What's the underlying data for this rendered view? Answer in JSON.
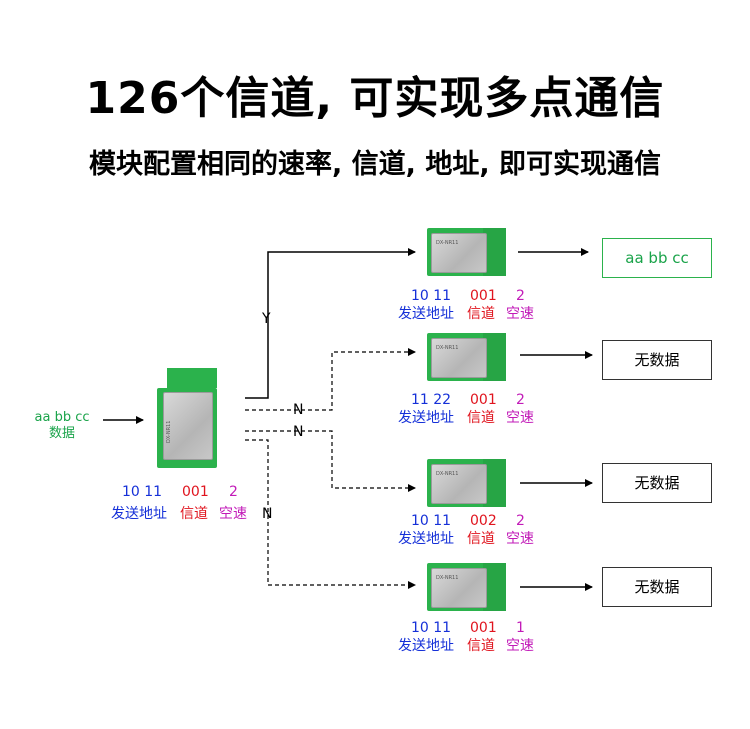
{
  "title": "126个信道, 可实现多点通信",
  "subtitle": "模块配置相同的速率, 信道, 地址, 即可实现通信",
  "colors": {
    "address": "#1530d8",
    "channel": "#e0141e",
    "rate": "#c21bb8",
    "data": "#1aa34a",
    "module": "#2bb24c"
  },
  "input": {
    "data": "aa bb cc",
    "label": "数据"
  },
  "param_labels": {
    "address": "发送地址",
    "channel": "信道",
    "rate": "空速"
  },
  "sender": {
    "address": "10 11",
    "channel": "001",
    "rate": "2",
    "module_text": "DX-NR11"
  },
  "receivers": [
    {
      "branch": "Y",
      "address": "10 11",
      "channel": "001",
      "rate": "2",
      "output": "aa bb cc",
      "module_text": "DX-NR11"
    },
    {
      "branch": "N",
      "address": "11 22",
      "channel": "001",
      "rate": "2",
      "output": "无数据",
      "module_text": "DX-NR11"
    },
    {
      "branch": "N",
      "address": "10 11",
      "channel": "002",
      "rate": "2",
      "output": "无数据",
      "module_text": "DX-NR11"
    },
    {
      "branch": "N",
      "address": "10 11",
      "channel": "001",
      "rate": "1",
      "output": "无数据",
      "module_text": "DX-NR11"
    }
  ]
}
